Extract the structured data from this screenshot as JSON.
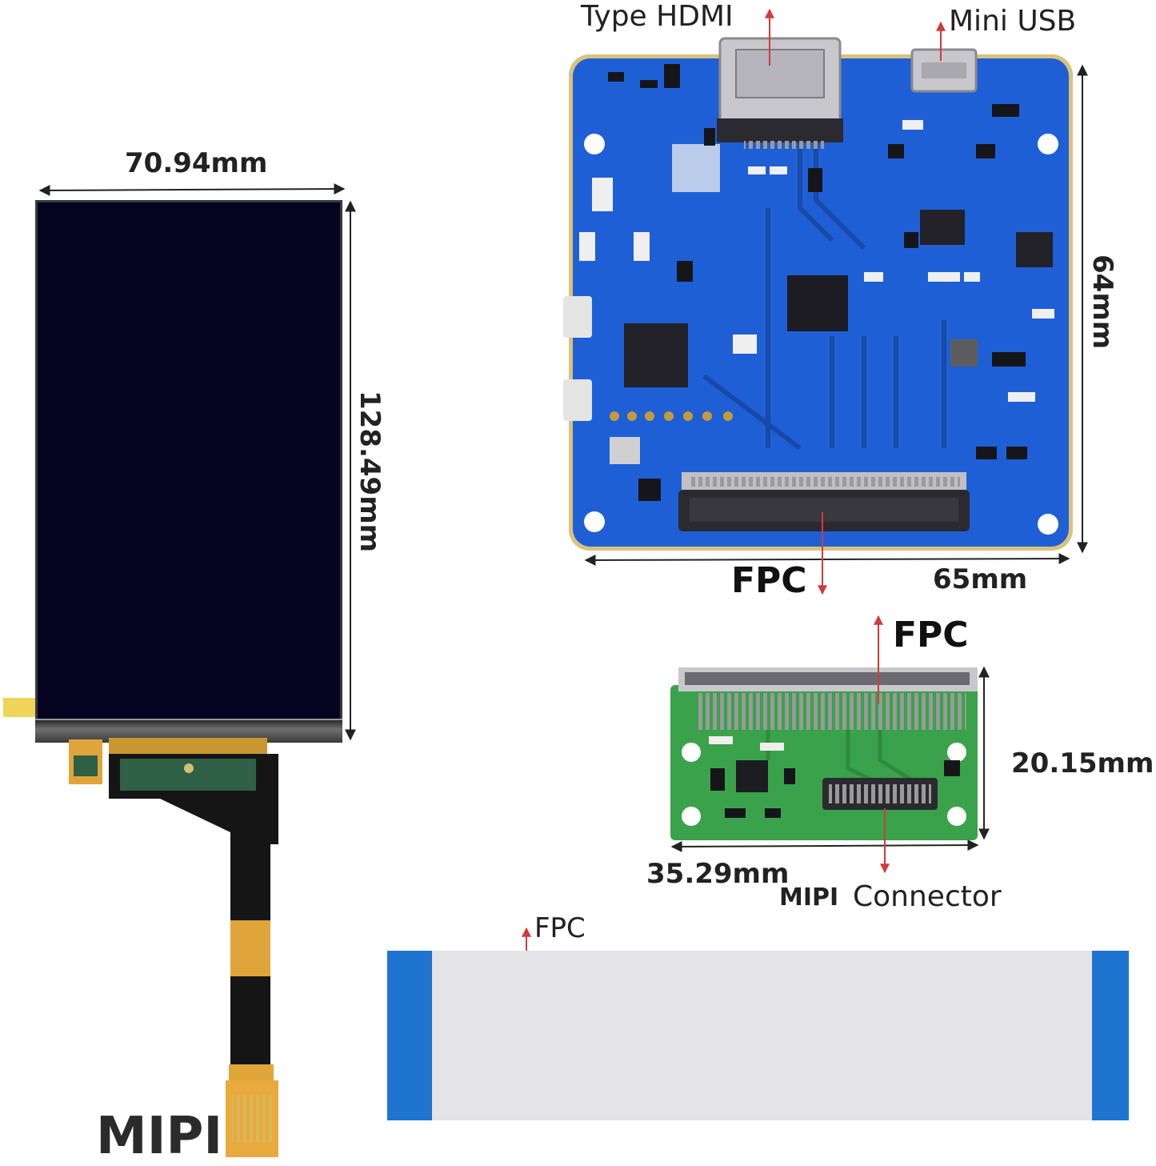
{
  "labels": {
    "type_hdmi": "Type HDMI",
    "mini_usb": "Mini USB",
    "screen_width": "70.94mm",
    "screen_height": "128.49mm",
    "board_height": "64mm",
    "board_width": "65mm",
    "fpc_board": "FPC",
    "fpc_adapter": "FPC",
    "adapter_height": "20.15mm",
    "adapter_width": "35.29mm",
    "mipi_small": "MIPI",
    "connector": "Connector",
    "fpc_cable": "FPC",
    "mipi_big": "MIPI"
  },
  "colors": {
    "pcb_blue": "#1f5fd6",
    "adapter_green": "#3aa24a",
    "cable_blue": "#1f74cf",
    "screen": "#050320",
    "arrow_red": "#d23a3a"
  }
}
